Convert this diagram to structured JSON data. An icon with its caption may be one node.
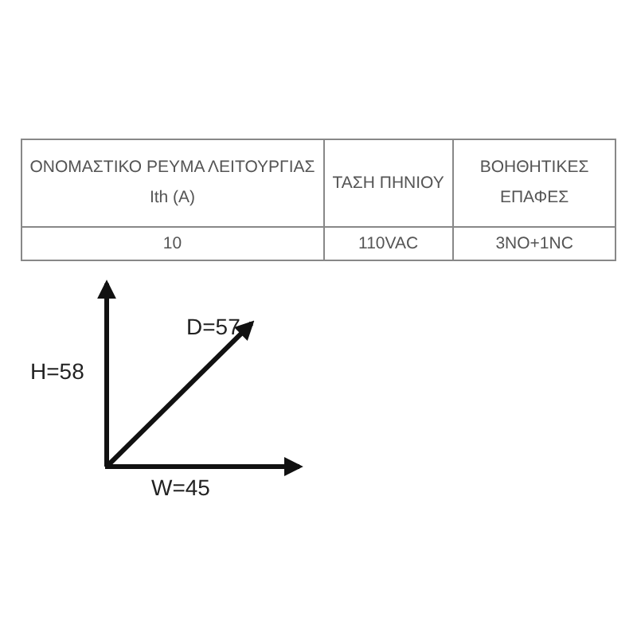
{
  "diagram": {
    "labels": [
      "ΟΝΟΜΑΣΤΙΚΟ ΡΕΥΜΑ ΛΕΙΤΟΥΡΓΙΑΣ Ith (A)",
      "ΤΑΣΗ ΠΗΝΙΟΥ",
      "ΒΟΗΘΗΤΙΚΕΣ ΕΠΑΦΕΣ",
      "10",
      "110VAC",
      "3NO+1NC",
      "D=57",
      "H=58",
      "W=45"
    ]
  }
}
